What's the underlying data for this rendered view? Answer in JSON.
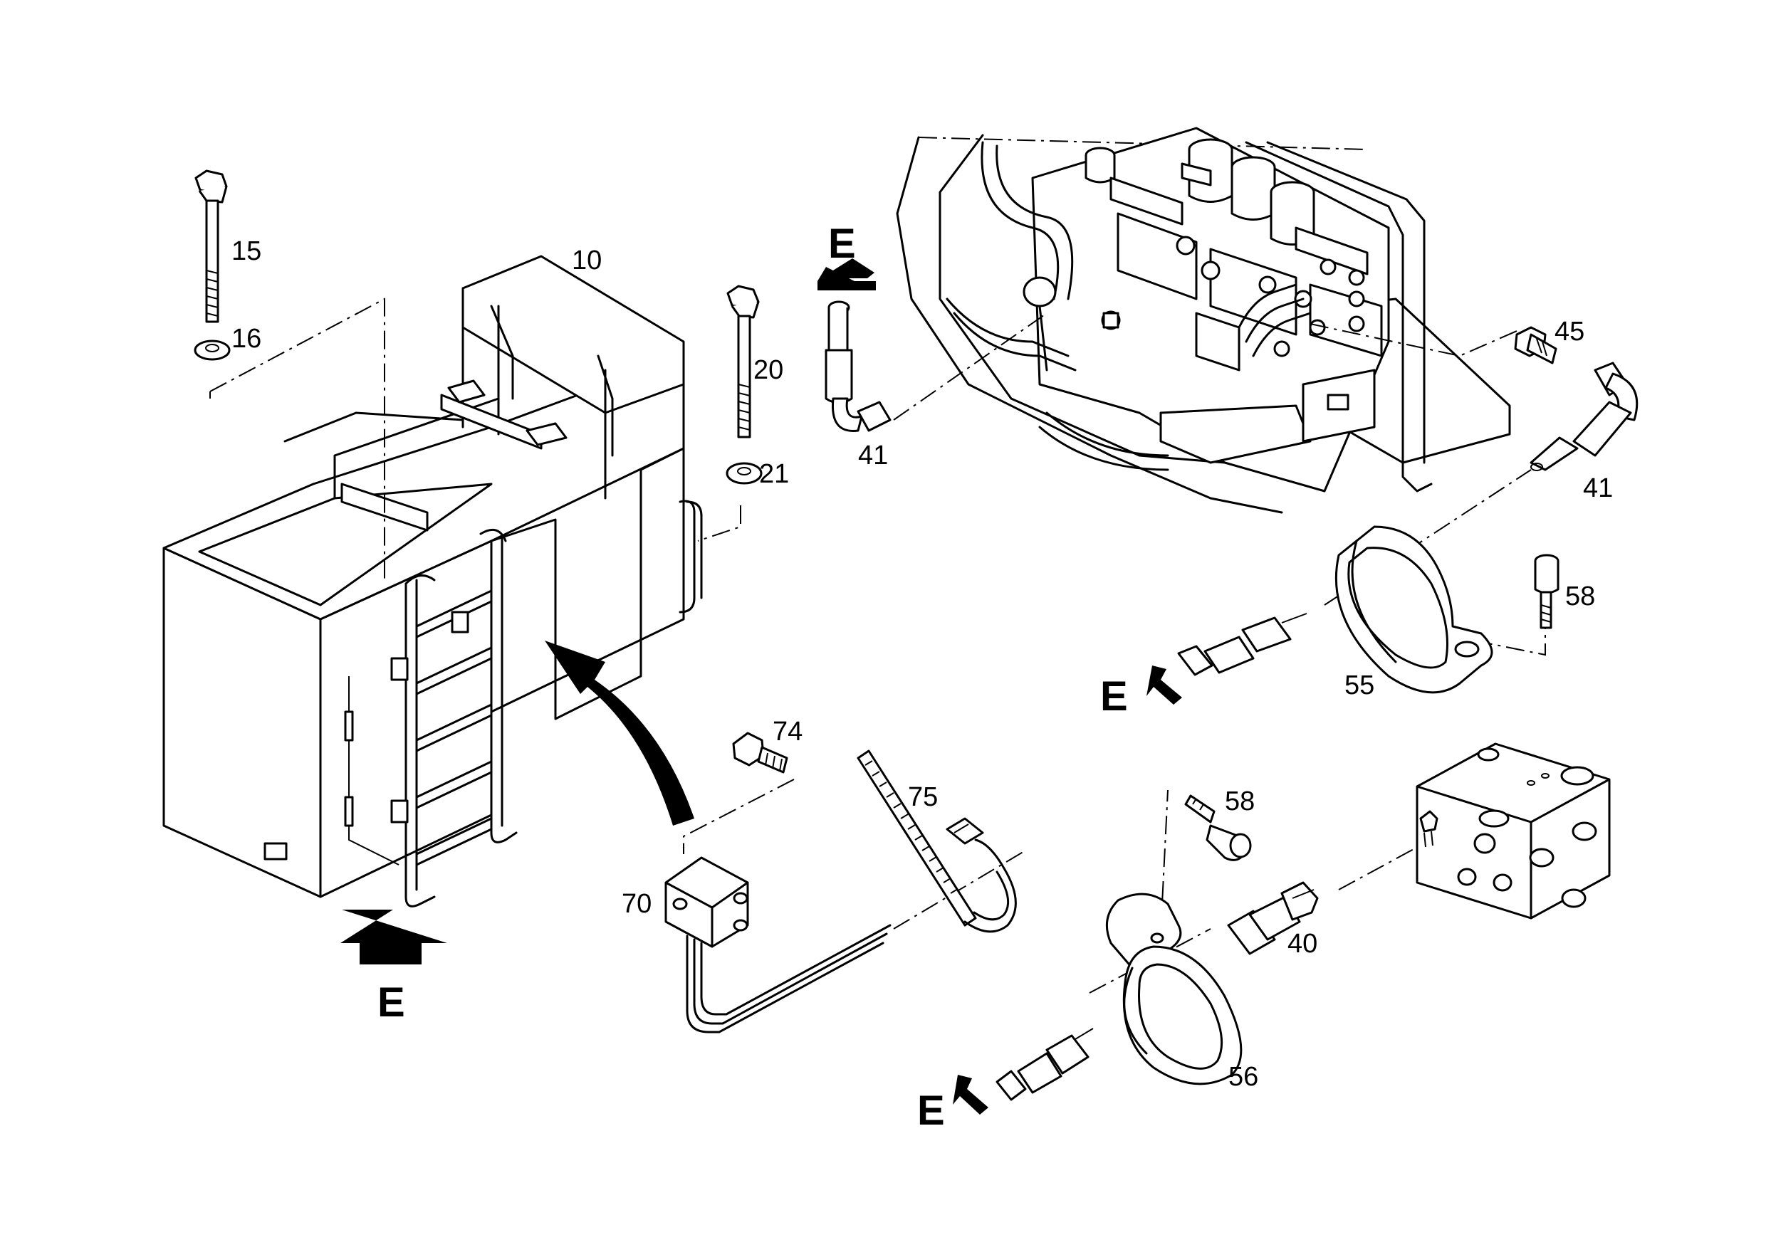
{
  "callouts": {
    "p10": "10",
    "p15": "15",
    "p16": "16",
    "p20": "20",
    "p21": "21",
    "p40": "40",
    "p41a": "41",
    "p41b": "41",
    "p45": "45",
    "p55": "55",
    "p56": "56",
    "p58a": "58",
    "p58b": "58",
    "p70": "70",
    "p74": "74",
    "p75": "75"
  },
  "direction_labels": {
    "e_main": "E",
    "e_top": "E",
    "e_mid": "E",
    "e_bottom": "E"
  }
}
